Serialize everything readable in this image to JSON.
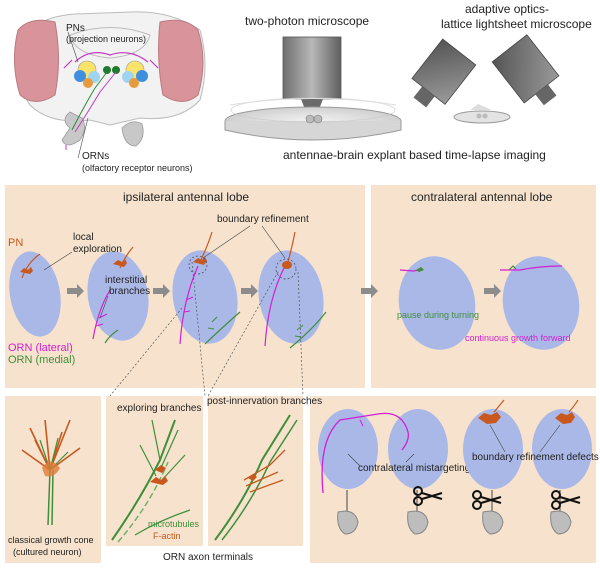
{
  "top": {
    "pns_label": "PNs",
    "pns_sub": "(projection neurons)",
    "orns_label": "ORNs",
    "orns_sub": "(olfactory receptor neurons)",
    "two_photon": "two-photon microscope",
    "adaptive_line1": "adaptive optics-",
    "adaptive_line2": "lattice lightsheet microscope",
    "explant_caption": "antennae-brain explant based time-lapse imaging"
  },
  "ipsi": {
    "title": "ipsilateral antennal lobe",
    "pn": "PN",
    "local1": "local",
    "local2": "exploration",
    "interstitial1": "interstitial",
    "interstitial2": "branches",
    "boundary": "boundary refinement",
    "orn_lateral": "ORN (lateral)",
    "orn_medial": "ORN (medial)"
  },
  "contra": {
    "title": "contralateral antennal lobe",
    "pause": "pause during turning",
    "continuous": "continuous growth forward"
  },
  "bottom": {
    "classical1": "classical growth cone",
    "classical2": "(cultured neuron)",
    "exploring": "exploring branches",
    "post": "post-innervation branches",
    "microtubules": "microtubules",
    "factin": "F-actin",
    "orn_terminals": "ORN axon terminals",
    "contra_mistargeting": "contralateral mistargeting",
    "boundary_defects": "boundary refinement defects"
  },
  "colors": {
    "panel_bg": "#f7e3cd",
    "lobe": "#aab8e8",
    "orn_lateral": "#d21fd2",
    "orn_medial": "#3f8f3a",
    "pn": "#c8581e",
    "arrow": "#8c8c8c"
  }
}
